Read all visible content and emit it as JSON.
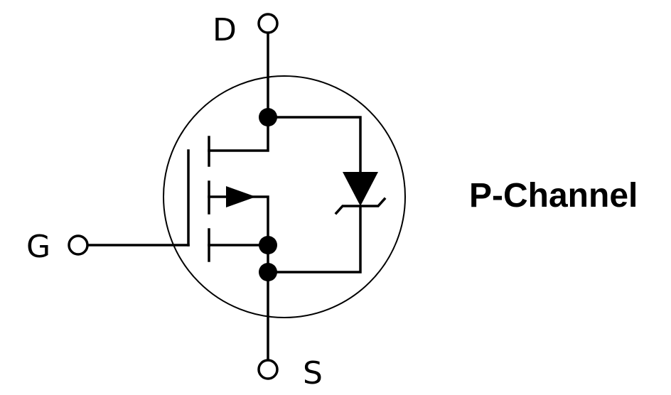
{
  "diagram": {
    "pins": {
      "drain": "D",
      "gate": "G",
      "source": "S"
    },
    "caption": "P-Channel",
    "colors": {
      "line": "#000000",
      "background": "#ffffff"
    }
  }
}
